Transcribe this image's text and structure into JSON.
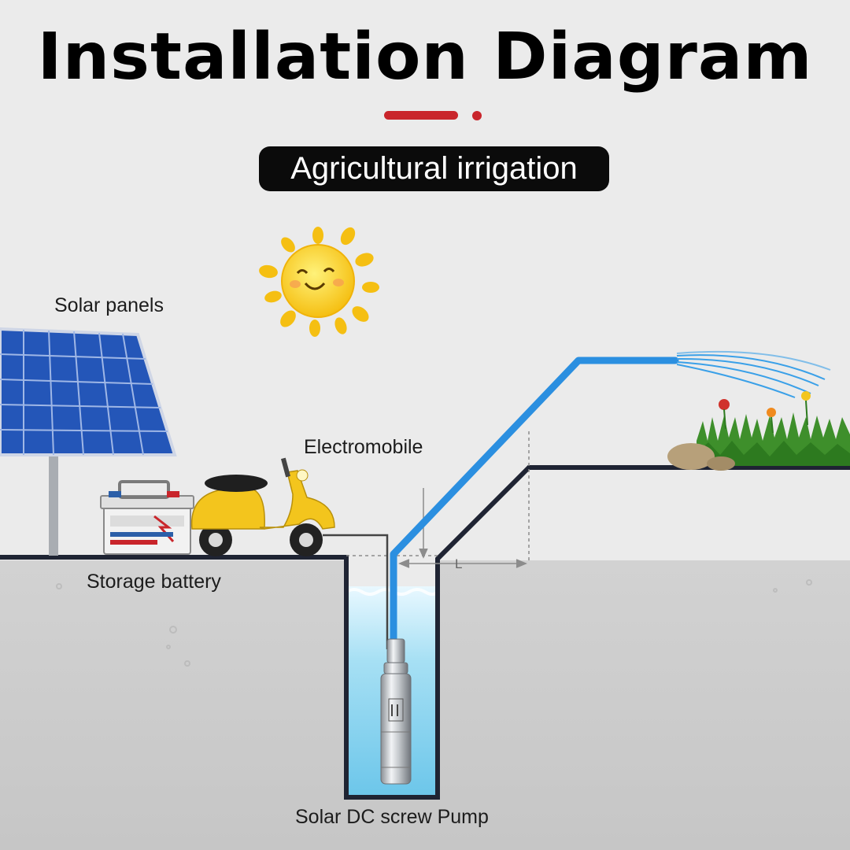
{
  "header": {
    "title": "Installation Diagram",
    "subtitle": "Agricultural irrigation",
    "accent_color": "#c9252b"
  },
  "labels": {
    "solar_panels": "Solar panels",
    "electromobile": "Electromobile",
    "storage_battery": "Storage battery",
    "pump": "Solar DC screw Pump",
    "distance_marker": "L"
  },
  "icons": [
    "sun-icon",
    "solar-panel-icon",
    "battery-icon",
    "scooter-icon",
    "pump-icon",
    "grass-icon",
    "flower-icon",
    "rock-icon"
  ],
  "colors": {
    "background": "#ebebeb",
    "ground": "#cfcfcf",
    "pipe": "#2b8fe0",
    "water": "#8fd3ef",
    "panel": "#2456b8",
    "sun": "#f7c81c",
    "scooter": "#f3c51d",
    "grass": "#3e8f2b"
  }
}
